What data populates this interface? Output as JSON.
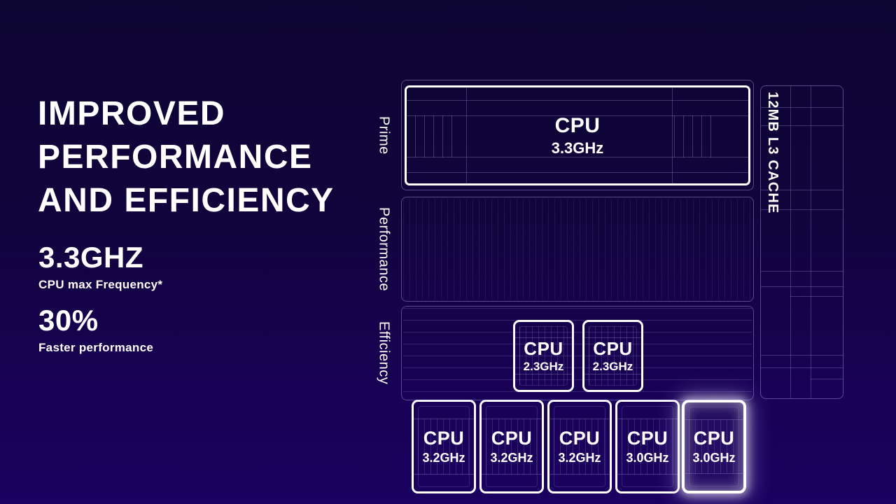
{
  "colors": {
    "background_top": "#0c0431",
    "background_bottom": "#1b0160",
    "text": "#ffffff",
    "grid_line": "rgba(175,162,240,0.30)",
    "core_border": "#ffffff"
  },
  "left_panel": {
    "heading_line1": "IMPROVED",
    "heading_line2": "PERFORMANCE",
    "heading_line3": "AND EFFICIENCY",
    "stat1_value": "3.3GHZ",
    "stat1_caption": "CPU max Frequency*",
    "stat2_value": "30%",
    "stat2_caption": "Faster performance"
  },
  "diagram": {
    "rows": [
      {
        "label": "Prime",
        "cores": [
          {
            "name": "CPU",
            "freq": "3.3GHz"
          }
        ]
      },
      {
        "label": "Performance",
        "cores": [
          {
            "name": "CPU",
            "freq": "3.2GHz"
          },
          {
            "name": "CPU",
            "freq": "3.2GHz"
          },
          {
            "name": "CPU",
            "freq": "3.2GHz"
          },
          {
            "name": "CPU",
            "freq": "3.0GHz"
          },
          {
            "name": "CPU",
            "freq": "3.0GHz"
          }
        ]
      },
      {
        "label": "Efficiency",
        "cores": [
          {
            "name": "CPU",
            "freq": "2.3GHz"
          },
          {
            "name": "CPU",
            "freq": "2.3GHz"
          }
        ]
      }
    ],
    "cache_label": "12MB L3 CACHE"
  }
}
